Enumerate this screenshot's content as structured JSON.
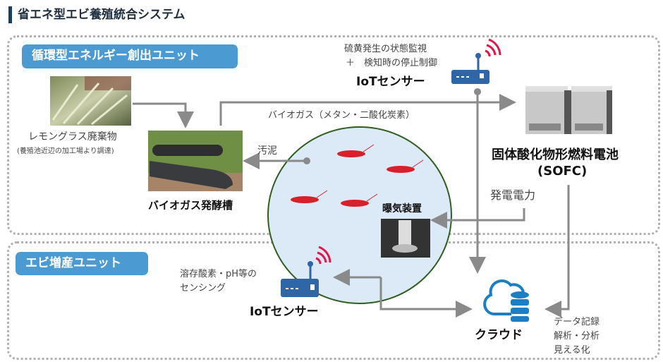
{
  "title": "省エネ型エビ養殖統合システム",
  "energy_unit": {
    "badge": "循環型エネルギー創出ユニット",
    "lemongrass_label": "レモングラス廃棄物",
    "lemongrass_sub": "(養殖池近辺の加工場より調達)",
    "digester_label": "バイオガス発酵槽",
    "biogas_label": "バイオガス（メタン・二酸化炭素）",
    "sludge_label": "汚泥",
    "aeration_label": "曝気装置",
    "iot_desc_1": "硫黄発生の状態監視",
    "iot_desc_2": "＋　検知時の停止制御",
    "iot_label": "IoTセンサー",
    "sofc_label": "固体酸化物形燃料電池",
    "sofc_abbr": "(SOFC)",
    "power_label": "発電電力"
  },
  "shrimp_unit": {
    "badge": "エビ増産ユニット",
    "sensing_1": "溶存酸素・pH等の",
    "sensing_2": "センシング",
    "iot_label": "IoTセンサー",
    "cloud_label": "クラウド",
    "cloud_desc_1": "データ記録",
    "cloud_desc_2": "解析・分析",
    "cloud_desc_3": "見える化"
  },
  "colors": {
    "accent": "#4b9bd2",
    "router": "#2f66a8",
    "signal": "#e0184a",
    "cloud": "#1c7fc4",
    "arrow": "#8a8a8a",
    "pond": "#dce9f6"
  }
}
